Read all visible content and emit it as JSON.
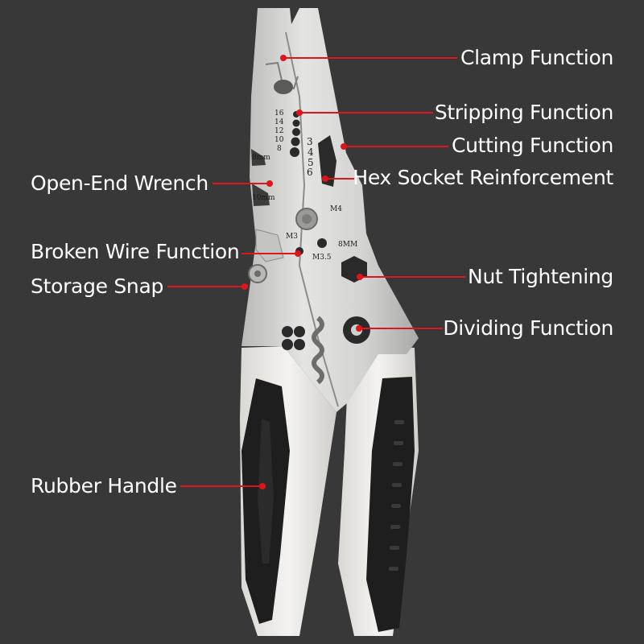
{
  "callouts": {
    "clamp": "Clamp Function",
    "stripping": "Stripping Function",
    "cutting": "Cutting Function",
    "hex_socket": "Hex Socket Reinforcement",
    "open_end": "Open-End Wrench",
    "broken_wire": "Broken Wire Function",
    "nut": "Nut Tightening",
    "storage": "Storage Snap",
    "dividing": "Dividing Function",
    "rubber": "Rubber Handle"
  },
  "engravings": {
    "awg_16": "16",
    "awg_14": "14",
    "awg_12": "12",
    "awg_10": "10",
    "awg_8": "8",
    "num_3": "3",
    "num_4": "4",
    "num_5": "5",
    "num_6": "6",
    "mm_8": "8mm",
    "mm_10": "10mm",
    "m4": "M4",
    "m3": "M3",
    "m35": "M3.5",
    "mm_8_cap": "8MM"
  },
  "colors": {
    "background": "#383838",
    "callout_line": "#e0141b",
    "steel": "#d6d6d4",
    "handle_rubber": "#1e1e1e",
    "handle_grip": "#f0efed"
  }
}
